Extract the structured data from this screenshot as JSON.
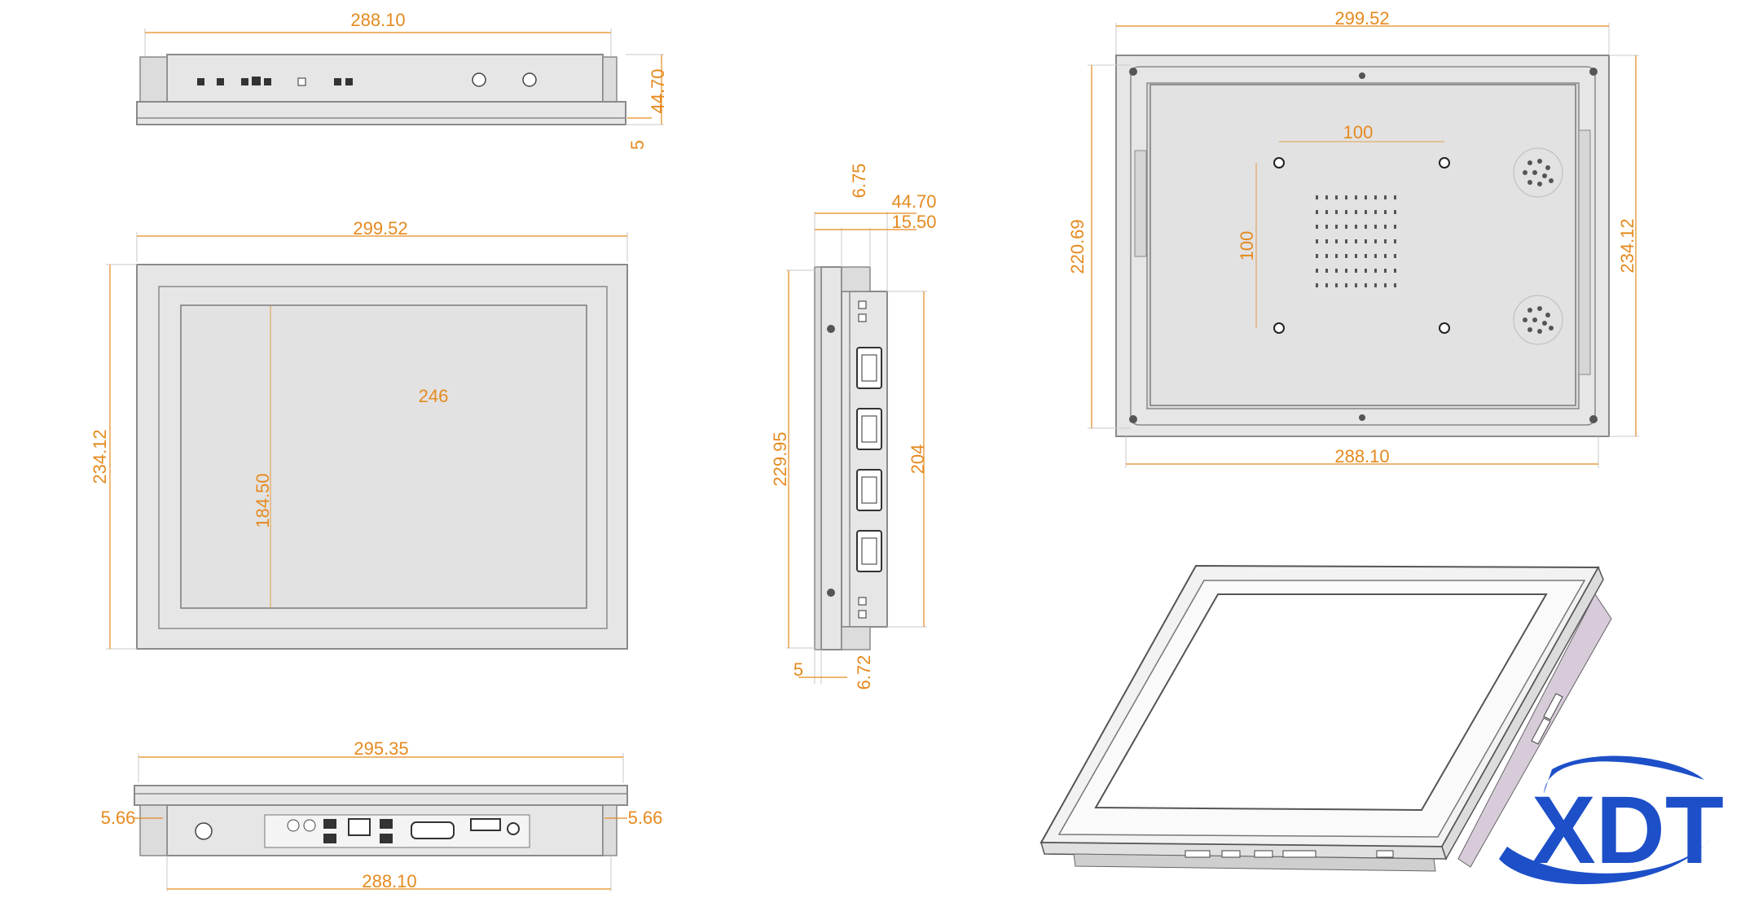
{
  "top_view": {
    "width_label": "288.10",
    "depth_label": "44.70",
    "lip_label": "5"
  },
  "front_view": {
    "width_label": "299.52",
    "height_label": "234.12",
    "screen_width_label": "246",
    "screen_height_label": "184.50"
  },
  "side_view": {
    "top_small_label": "6.75",
    "depth_label": "44.70",
    "inner_depth_label": "15.50",
    "height_label": "229.95",
    "inner_height_label": "204",
    "bottom_lip_label": "5",
    "bottom_small_label": "6.72"
  },
  "bottom_view": {
    "width_label": "295.35",
    "left_offset_label": "5.66",
    "right_offset_label": "5.66",
    "inner_width_label": "288.10"
  },
  "back_view": {
    "width_label": "299.52",
    "height_label": "234.12",
    "inner_height_label": "220.69",
    "bottom_width_label": "288.10",
    "vesa_horizontal_label": "100",
    "vesa_vertical_label": "100"
  },
  "logo": {
    "text": "XDT",
    "color": "#1d4fc8"
  },
  "colors": {
    "dimension": "#e58a1f",
    "outline": "#8a8a8a",
    "panel": "#e6e6e6"
  }
}
